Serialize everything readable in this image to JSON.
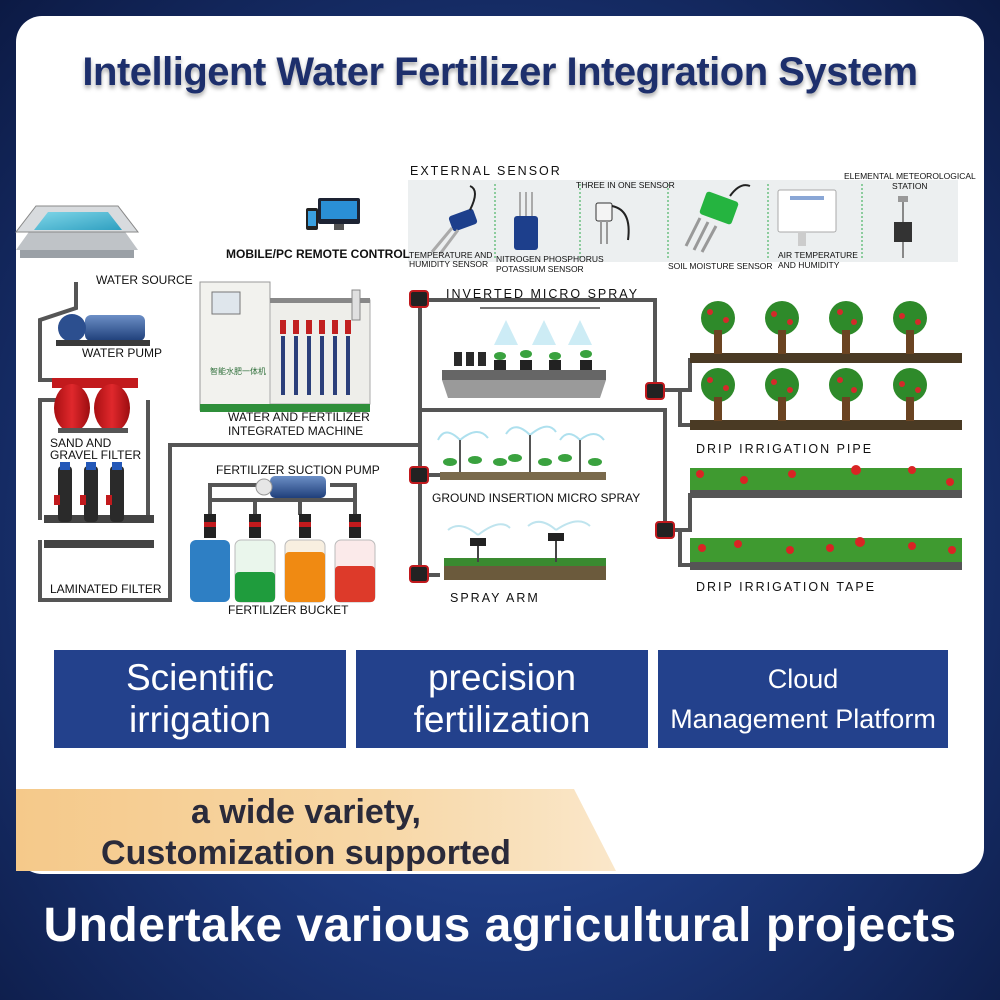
{
  "title": "Intelligent Water Fertilizer Integration System",
  "labels": {
    "water_source": "WATER SOURCE",
    "water_pump": "WATER PUMP",
    "sand_filter_1": "SAND AND",
    "sand_filter_2": "GRAVEL FILTER",
    "laminated_filter": "LAMINATED FILTER",
    "remote_control": "MOBILE/PC REMOTE CONTROL",
    "machine_1": "WATER AND FERTILIZER",
    "machine_2": "INTEGRATED MACHINE",
    "suction_pump": "FERTILIZER SUCTION PUMP",
    "fertilizer_bucket": "FERTILIZER BUCKET",
    "external_sensor": "EXTERNAL SENSOR",
    "inverted_micro_spray": "INVERTED MICRO SPRAY",
    "ground_insertion": "GROUND INSERTION MICRO SPRAY",
    "spray_arm": "SPRAY ARM",
    "drip_pipe": "DRIP IRRIGATION PIPE",
    "drip_tape": "DRIP IRRIGATION TAPE"
  },
  "sensors": {
    "temp_humidity_1": "TEMPERATURE AND",
    "temp_humidity_2": "HUMIDITY SENSOR",
    "npk_1": "NITROGEN PHOSPHORUS",
    "npk_2": "POTASSIUM SENSOR",
    "three_in_one": "THREE IN ONE SENSOR",
    "soil_moisture": "SOIL MOISTURE SENSOR",
    "air_1": "AIR TEMPERATURE",
    "air_2": "AND HUMIDITY",
    "station_1": "ELEMENTAL METEOROLOGICAL",
    "station_2": "STATION"
  },
  "machine_panel_text": "智能水肥一体机",
  "features": {
    "scientific_1": "Scientific",
    "scientific_2": "irrigation",
    "precision_1": "precision",
    "precision_2": "fertilization",
    "cloud_1": "Cloud",
    "cloud_2": "Management Platform"
  },
  "promo": {
    "line_1": "a wide variety,",
    "line_2": "Customization supported"
  },
  "bottom_tagline": "Undertake various agricultural projects",
  "colors": {
    "brand_blue": "#23418c",
    "title_blue": "#1d2f6c",
    "promo_orange": "#f5c98a",
    "pipe_gray": "#555555"
  }
}
